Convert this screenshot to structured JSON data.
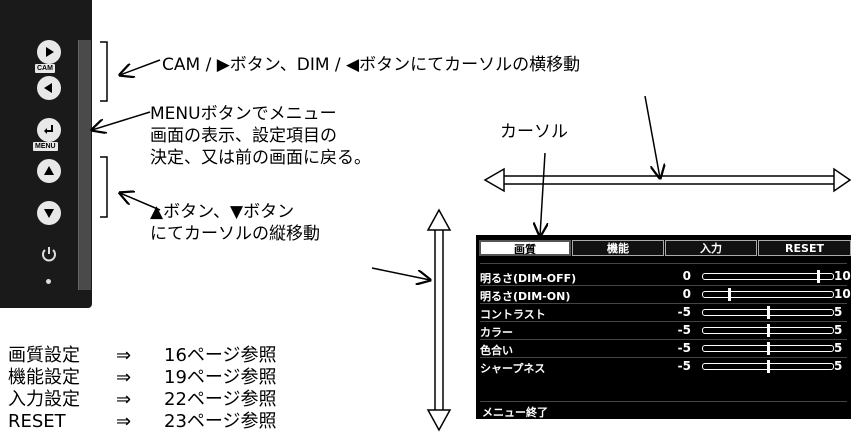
{
  "panel": {
    "cam_tag": "CAM",
    "menu_tag": "MENU"
  },
  "notes": {
    "horizontal_move": "CAM / ▶ボタン、DIM / ◀ボタンにてカーソルの横移動",
    "menu_line1": "MENUボタンでメニュー",
    "menu_line2": "画面の表示、設定項目の",
    "menu_line3": "決定、又は前の画面に戻る。",
    "vertical_line1": "▲ボタン、▼ボタン",
    "vertical_line2": "にてカーソルの縦移動",
    "cursor": "カーソル"
  },
  "references": [
    {
      "name": "画質設定",
      "arrow": "⇒",
      "page": "16ページ参照"
    },
    {
      "name": "機能設定",
      "arrow": "⇒",
      "page": "19ページ参照"
    },
    {
      "name": "入力設定",
      "arrow": "⇒",
      "page": "22ページ参照"
    },
    {
      "name": "RESET",
      "arrow": "⇒",
      "page": "23ページ参照"
    }
  ],
  "osd": {
    "tabs": [
      "画質",
      "機能",
      "入力",
      "RESET"
    ],
    "active_tab": "画質",
    "rows": [
      {
        "label": "明るさ(DIM-OFF)",
        "min": "0",
        "max": "10",
        "value": 9
      },
      {
        "label": "明るさ(DIM-ON)",
        "min": "0",
        "max": "10",
        "value": 2
      },
      {
        "label": "コントラスト",
        "min": "-5",
        "max": "5",
        "value": 0
      },
      {
        "label": "カラー",
        "min": "-5",
        "max": "5",
        "value": 0
      },
      {
        "label": "色合い",
        "min": "-5",
        "max": "5",
        "value": 0
      },
      {
        "label": "シャープネス",
        "min": "-5",
        "max": "5",
        "value": 0
      }
    ],
    "footer": "メニュー終了"
  }
}
